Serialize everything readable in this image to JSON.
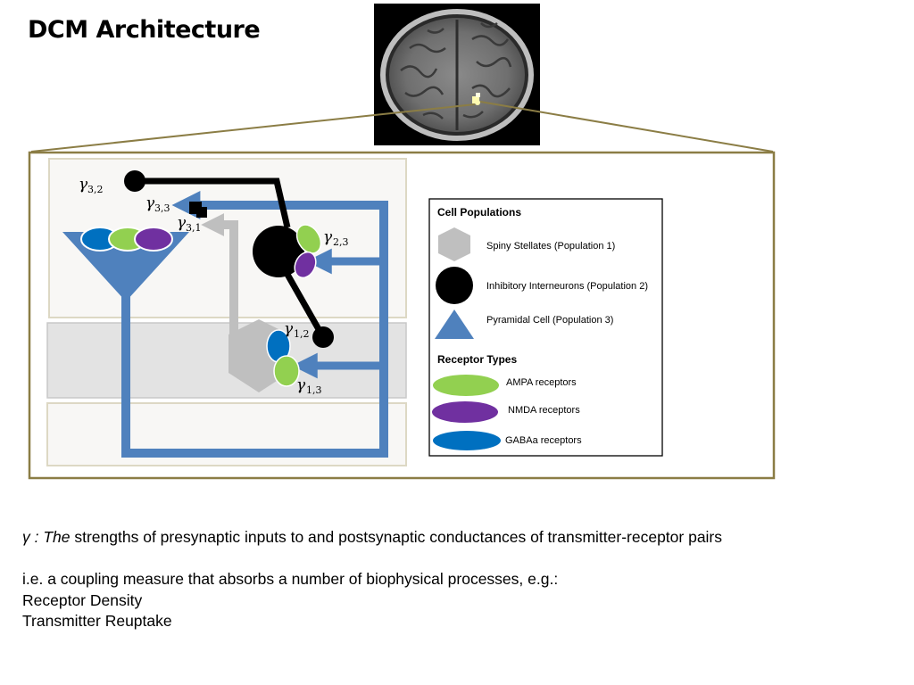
{
  "title": "DCM Architecture",
  "gamma_labels": {
    "g32": {
      "symbol": "γ",
      "sub": "3,2"
    },
    "g33": {
      "symbol": "γ",
      "sub": "3,3"
    },
    "g31": {
      "symbol": "γ",
      "sub": "3,1"
    },
    "g23": {
      "symbol": "γ",
      "sub": "2,3"
    },
    "g12": {
      "symbol": "γ",
      "sub": "1,2"
    },
    "g13": {
      "symbol": "γ",
      "sub": "1,3"
    }
  },
  "legend": {
    "cell_heading": "Cell Populations",
    "cell_items": [
      {
        "icon": "hexagon-gray",
        "label": "Spiny Stellates (Population 1)"
      },
      {
        "icon": "circle-black",
        "label": "Inhibitory Interneurons (Population 2)"
      },
      {
        "icon": "triangle-blue",
        "label": "Pyramidal Cell (Population 3)"
      }
    ],
    "receptor_heading": "Receptor Types",
    "receptor_items": [
      {
        "icon": "ellipse-green",
        "label": "AMPA receptors"
      },
      {
        "icon": "ellipse-purple",
        "label": "NMDA receptors"
      },
      {
        "icon": "ellipse-blue",
        "label": "GABAa receptors"
      }
    ]
  },
  "caption": {
    "line1_italic": "γ : The",
    "line1_rest": " strengths of presynaptic inputs to and postsynaptic conductances of transmitter-receptor pairs",
    "line2": "i.e. a coupling measure that absorbs a number of biophysical processes, e.g.:",
    "line3": "Receptor Density",
    "line4": "Transmitter Reuptake"
  },
  "colors": {
    "frame": "#8b7d45",
    "blue": "#4f81bd",
    "gray": "#bfbfbf",
    "ampa": "#92d050",
    "nmda": "#7030a0",
    "gaba": "#0070c0",
    "layer_top": "#f8f7f5",
    "layer_mid": "#e3e3e3"
  }
}
